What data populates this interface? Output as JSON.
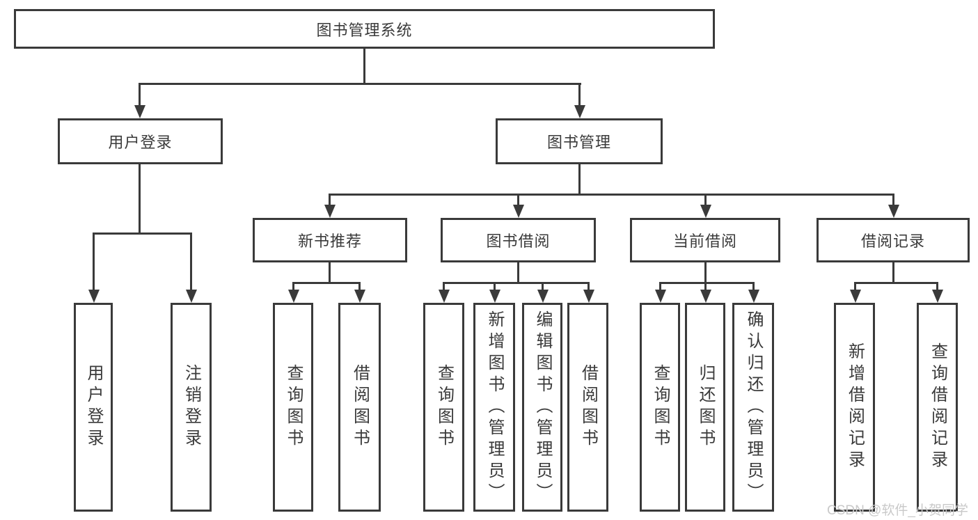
{
  "colors": {
    "line": "#3a3a3a",
    "text": "#3a3a3a",
    "background": "#ffffff",
    "watermark": "#c9c9c9"
  },
  "watermark": "CSDN @软件_小贺同学",
  "diagram": {
    "title": "图书管理系统",
    "branches": [
      {
        "label": "用户登录",
        "children": [
          {
            "label": "用户登录"
          },
          {
            "label": "注销登录"
          }
        ]
      },
      {
        "label": "图书管理",
        "modules": [
          {
            "label": "新书推荐",
            "children": [
              {
                "label": "查询图书"
              },
              {
                "label": "借阅图书"
              }
            ]
          },
          {
            "label": "图书借阅",
            "children": [
              {
                "label": "查询图书"
              },
              {
                "label": "新增图书（管理员）"
              },
              {
                "label": "编辑图书（管理员）"
              },
              {
                "label": "借阅图书"
              }
            ]
          },
          {
            "label": "当前借阅",
            "children": [
              {
                "label": "查询图书"
              },
              {
                "label": "归还图书"
              },
              {
                "label": "确认归还（管理员）"
              }
            ]
          },
          {
            "label": "借阅记录",
            "children": [
              {
                "label": "新增借阅记录"
              },
              {
                "label": "查询借阅记录"
              }
            ]
          }
        ]
      }
    ]
  }
}
